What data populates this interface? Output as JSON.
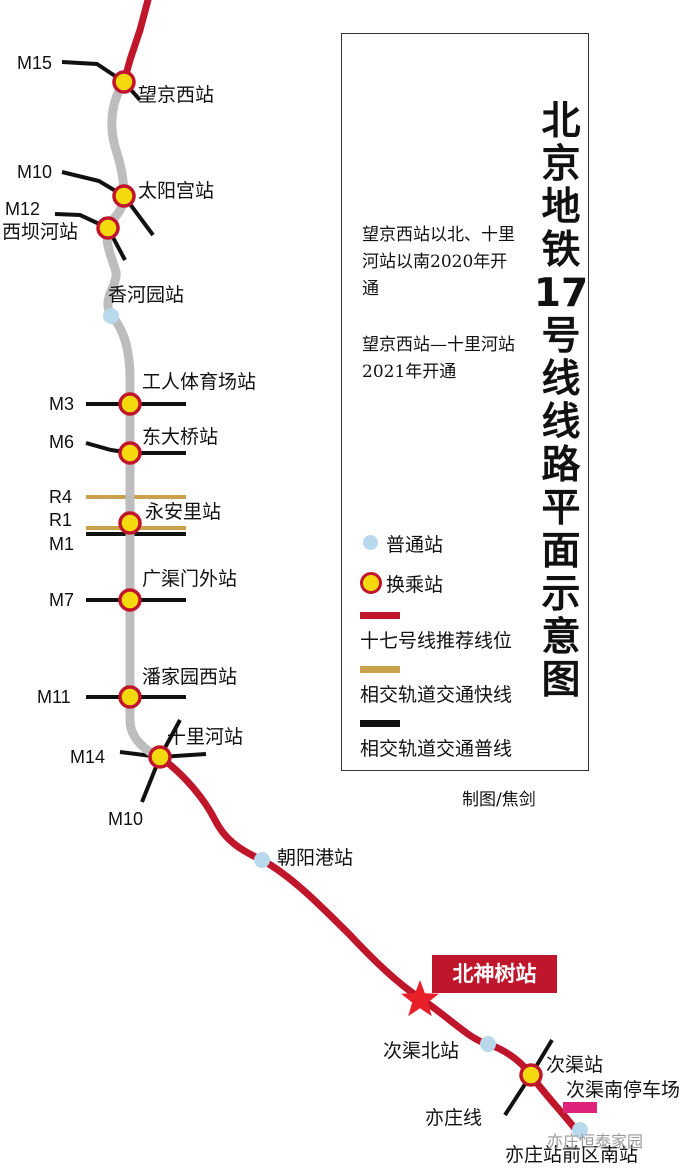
{
  "title": "北京地铁17号线线路平面示意图",
  "notes": [
    "望京西站以北、十里河站以南2020年开通",
    "望京西站—十里河站2021年开通"
  ],
  "legend": {
    "regular_station": "普通站",
    "transfer_station": "换乘站",
    "line17": "十七号线推荐线位",
    "express_line": "相交轨道交通快线",
    "regular_line": "相交轨道交通普线"
  },
  "credit": "制图/焦剑",
  "highlight_station": "北神树站",
  "watermark": "亦庄恒泰家园",
  "stations": {
    "wangjingxi": "望京西站",
    "taiyanggong": "太阳宫站",
    "xibahe": "西坝河站",
    "xiangheyuan": "香河园站",
    "gongti": "工人体育场站",
    "dongdaqiao": "东大桥站",
    "yonganli": "永安里站",
    "guangqumenwai": "广渠门外站",
    "panjiayuanxi": "潘家园西站",
    "shilihe": "十里河站",
    "chaoyanggang": "朝阳港站",
    "ciqubei": "次渠北站",
    "ciqu": "次渠站",
    "ciqu_depot": "次渠南停车场",
    "yizhuang_line": "亦庄线",
    "yizhuang_qianqu_nan": "亦庄站前区南站"
  },
  "lines": {
    "m15": "M15",
    "m10_top": "M10",
    "m12": "M12",
    "m3": "M3",
    "m6": "M6",
    "r4": "R4",
    "r1": "R1",
    "m1": "M1",
    "m7": "M7",
    "m11": "M11",
    "m14": "M14",
    "m10_bottom": "M10"
  },
  "colors": {
    "line17": "#c0162b",
    "planned_segment": "#bdbdbd",
    "express_line": "#c9a14a",
    "regular_line": "#111111",
    "regular_station": "#b8d9ec",
    "transfer_fill": "#f5d90f",
    "transfer_ring": "#c0162b",
    "depot": "#e0237a"
  }
}
